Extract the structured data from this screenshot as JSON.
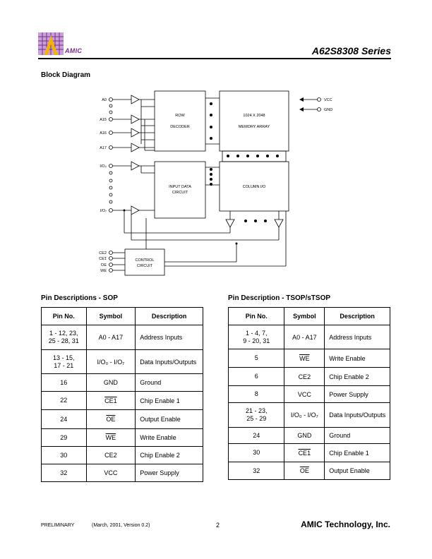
{
  "header": {
    "logo_text": "AMIC",
    "series_title": "A62S8308 Series"
  },
  "block_diagram": {
    "title": "Block Diagram",
    "address_pins": [
      "A0",
      "A15",
      "A16",
      "A17"
    ],
    "io_pins": [
      "I/O₀",
      "I/O₇"
    ],
    "power_pins": [
      "VCC",
      "GND"
    ],
    "control_pins": [
      "CE2",
      "CE1",
      "OE",
      "WE"
    ],
    "blocks": {
      "row_decoder": [
        "ROW",
        "DECODER"
      ],
      "memory_array": [
        "1024 X 2048",
        "MEMORY ARRAY"
      ],
      "input_data_circuit": [
        "INPUT DATA",
        "CIRCUIT"
      ],
      "column_io": "COLUMN I/O",
      "control_circuit": [
        "CONTROL",
        "CIRCUIT"
      ]
    }
  },
  "sop_table": {
    "title": "Pin Descriptions - SOP",
    "headers": [
      "Pin No.",
      "Symbol",
      "Description"
    ],
    "rows": [
      {
        "pin": [
          "1 - 12, 23,",
          "25 - 28, 31"
        ],
        "symbol": "A0 - A17",
        "desc": "Address Inputs",
        "ov": false
      },
      {
        "pin": [
          "13 - 15,",
          "17 - 21"
        ],
        "symbol": "I/O₀ - I/O₇",
        "desc": "Data Inputs/Outputs",
        "ov": false
      },
      {
        "pin": [
          "16"
        ],
        "symbol": "GND",
        "desc": "Ground",
        "ov": false
      },
      {
        "pin": [
          "22"
        ],
        "symbol": "CE1",
        "desc": "Chip Enable 1",
        "ov": true
      },
      {
        "pin": [
          "24"
        ],
        "symbol": "OE",
        "desc": "Output Enable",
        "ov": true
      },
      {
        "pin": [
          "29"
        ],
        "symbol": "WE",
        "desc": "Write Enable",
        "ov": true
      },
      {
        "pin": [
          "30"
        ],
        "symbol": "CE2",
        "desc": "Chip Enable 2",
        "ov": false
      },
      {
        "pin": [
          "32"
        ],
        "symbol": "VCC",
        "desc": "Power Supply",
        "ov": false
      }
    ]
  },
  "tsop_table": {
    "title": "Pin Description - TSOP/sTSOP",
    "headers": [
      "Pin No.",
      "Symbol",
      "Description"
    ],
    "rows": [
      {
        "pin": [
          "1 - 4, 7,",
          "9 - 20, 31"
        ],
        "symbol": "A0 - A17",
        "desc": "Address Inputs",
        "ov": false
      },
      {
        "pin": [
          "5"
        ],
        "symbol": "WE",
        "desc": "Write Enable",
        "ov": true
      },
      {
        "pin": [
          "6"
        ],
        "symbol": "CE2",
        "desc": "Chip Enable 2",
        "ov": false
      },
      {
        "pin": [
          "8"
        ],
        "symbol": "VCC",
        "desc": "Power Supply",
        "ov": false
      },
      {
        "pin": [
          "21 - 23,",
          "25 - 29"
        ],
        "symbol": "I/O₀ - I/O₇",
        "desc": "Data Inputs/Outputs",
        "ov": false
      },
      {
        "pin": [
          "24"
        ],
        "symbol": "GND",
        "desc": "Ground",
        "ov": false
      },
      {
        "pin": [
          "30"
        ],
        "symbol": "CE1",
        "desc": "Chip Enable 1",
        "ov": true
      },
      {
        "pin": [
          "32"
        ],
        "symbol": "OE",
        "desc": "Output Enable",
        "ov": true
      }
    ]
  },
  "footer": {
    "status": "PRELIMINARY",
    "date_version": "(March, 2001, Version 0.2)",
    "page": "2",
    "company": "AMIC Technology, Inc."
  }
}
